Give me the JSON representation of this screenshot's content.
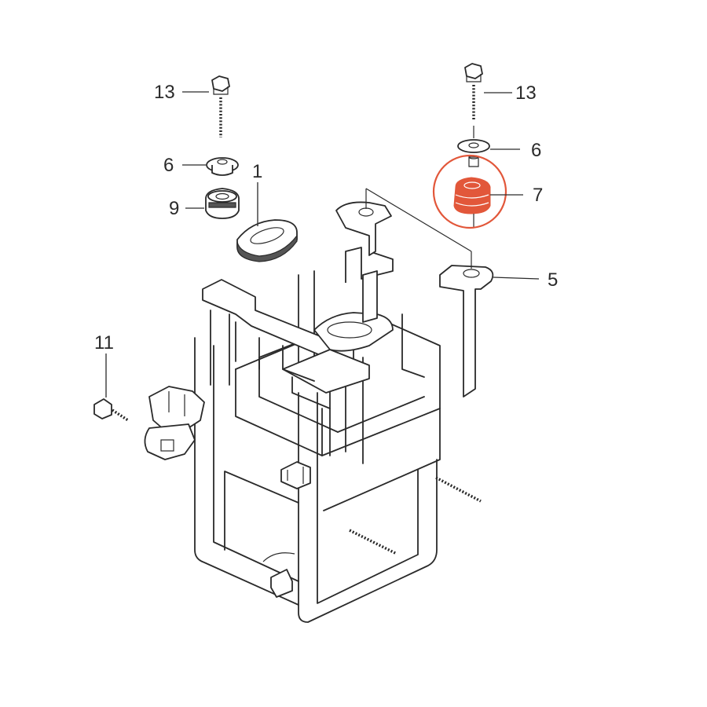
{
  "callouts": {
    "bolt_left": "13",
    "collar_left": "6",
    "grommet_left": "9",
    "rubber_mount": "1",
    "bolt_right": "13",
    "collar_right": "6",
    "cushion_highlighted": "7",
    "stay_bracket": "5",
    "screw": "11"
  },
  "highlight": {
    "part": "7",
    "color": "#e2573a"
  }
}
